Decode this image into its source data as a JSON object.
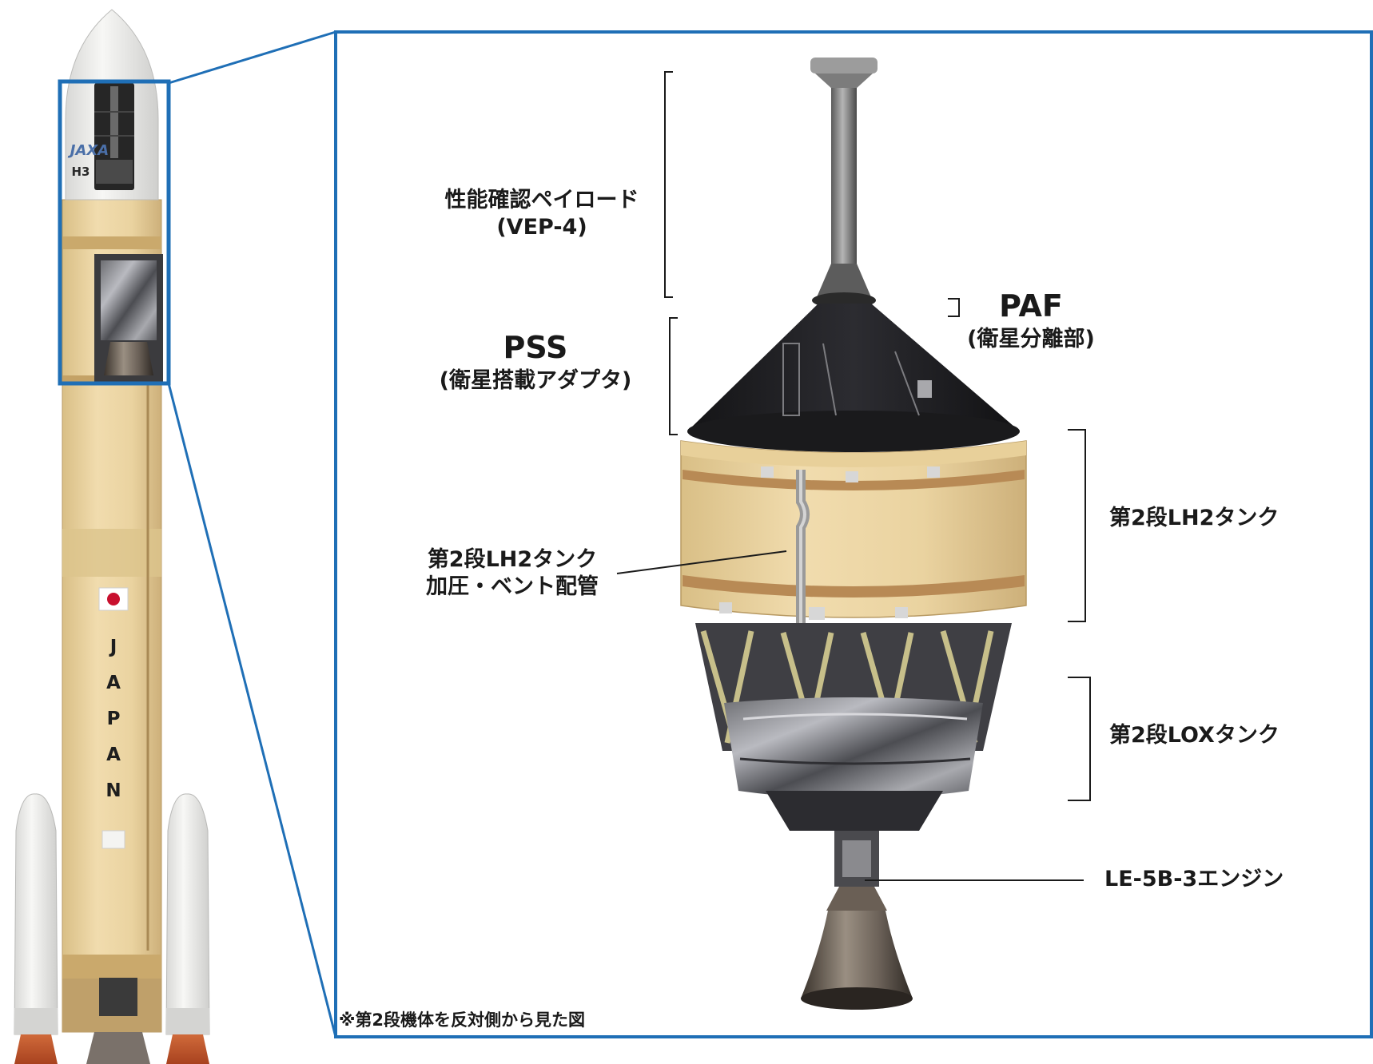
{
  "labels": {
    "payload": {
      "main": "性能確認ペイロード",
      "sub": "(VEP-4)"
    },
    "paf": {
      "main": "PAF",
      "sub": "(衛星分離部)"
    },
    "pss": {
      "main": "PSS",
      "sub": "(衛星搭載アダプタ)"
    },
    "lh2_tank": "第2段LH2タンク",
    "lh2_piping": {
      "line1": "第2段LH2タンク",
      "line2": "加圧・ベント配管"
    },
    "lox_tank": "第2段LOXタンク",
    "engine": "LE-5B-3エンジン",
    "note": "※第2段機体を反対側から見た図"
  },
  "rocket_markings": {
    "agency": "JAXA",
    "model": "H3",
    "country_letters": [
      "J",
      "A",
      "P",
      "A",
      "N"
    ]
  },
  "colors": {
    "frame_blue": "#1f6fb6",
    "tank_cream": "#e9d3a0",
    "band_brown": "#b88a55",
    "fairing_white": "#eeeeec",
    "dark_top": "#1e1e22",
    "metal": "#8a8a8a",
    "flag_red": "#c8102e"
  }
}
